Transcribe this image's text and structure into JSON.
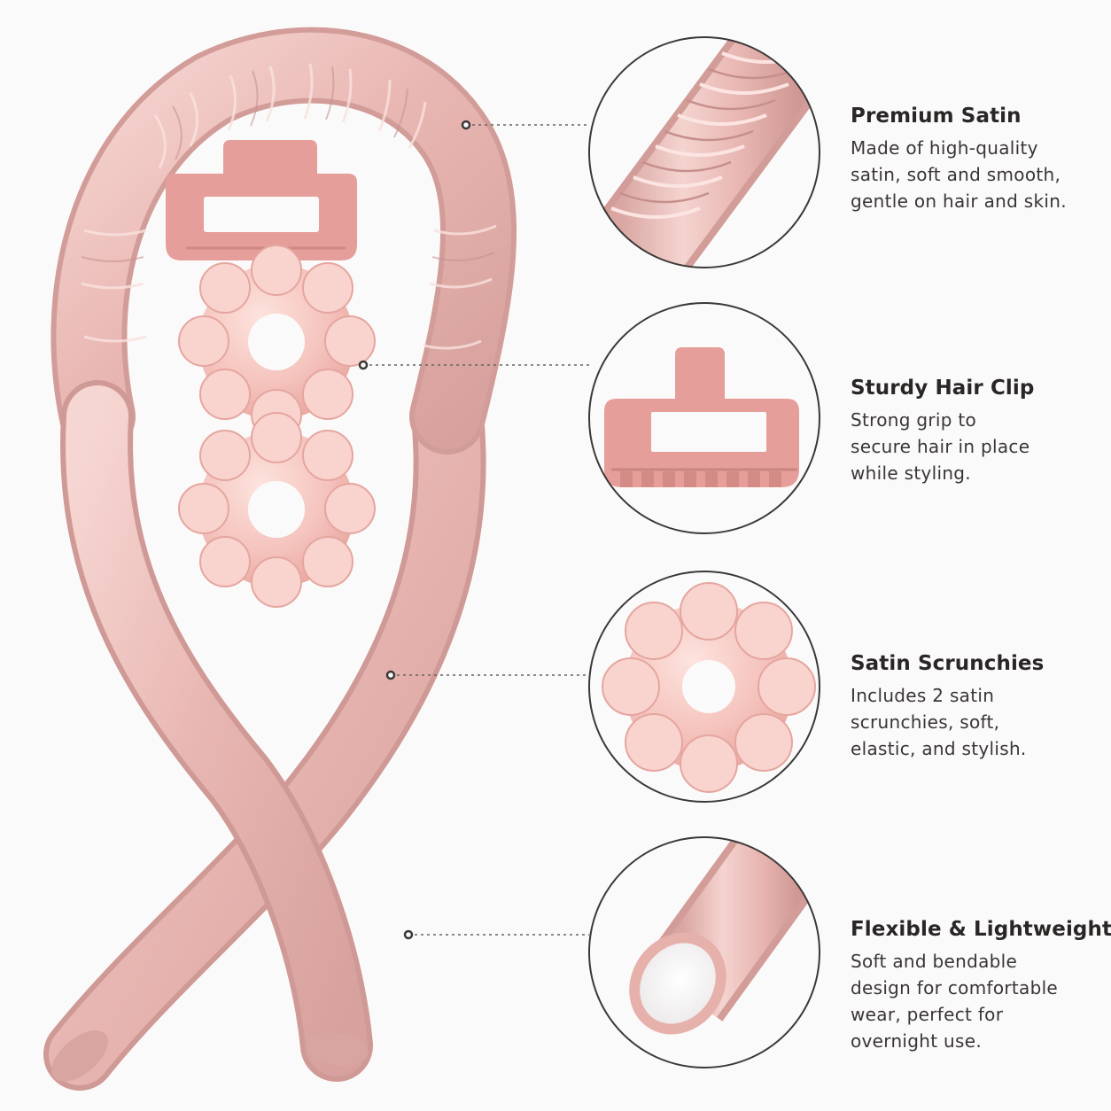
{
  "colors": {
    "background": "#fbfafa",
    "satin_pink": "#e9b7b3",
    "satin_highlight": "#f7d9d6",
    "satin_shadow": "#c98f8b",
    "clip_pink": "#e59e99",
    "scrunchie_pink": "#f5c5bf",
    "leader_line": "#6a6262",
    "circle_outline": "#3c3838",
    "text": "#2f2b2b"
  },
  "product_parts": [
    "heatless-curling-rod",
    "hair-claw-clip",
    "satin-scrunchie",
    "satin-scrunchie"
  ],
  "features": [
    {
      "title": "Premium Satin",
      "lines": [
        "Made of high-quality",
        "satin, soft and smooth,",
        "gentle on hair and skin."
      ],
      "icon": "satin-closeup-icon"
    },
    {
      "title": "Sturdy Hair Clip",
      "lines": [
        "Strong grip to",
        "secure hair in place",
        "while styling."
      ],
      "icon": "hair-clip-icon"
    },
    {
      "title": "Satin Scrunchies",
      "lines": [
        "Includes 2 satin",
        "scrunchies, soft,",
        "elastic, and stylish."
      ],
      "icon": "scrunchie-icon"
    },
    {
      "title": "Flexible & Lightweight",
      "lines": [
        "Soft and bendable",
        "design for comfortable",
        "wear, perfect for",
        "overnight use."
      ],
      "icon": "foam-core-end-icon"
    }
  ]
}
